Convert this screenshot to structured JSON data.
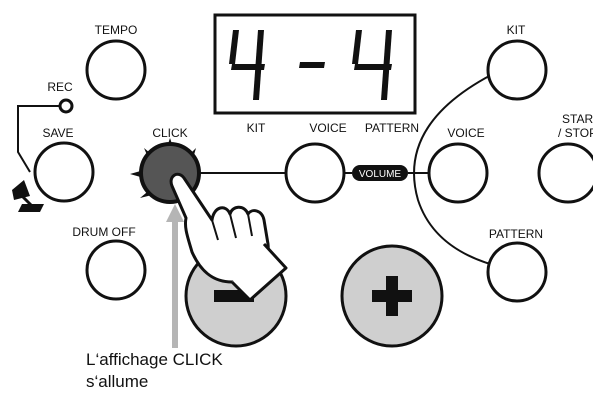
{
  "display": {
    "digits": [
      "4",
      "-",
      "4"
    ]
  },
  "display_labels": {
    "kit": "KIT",
    "voice": "VOICE",
    "pattern": "PATTERN"
  },
  "buttons": {
    "tempo": "TEMPO",
    "rec": "REC",
    "save": "SAVE",
    "click": "CLICK",
    "drum_off": "DRUM OFF",
    "kit": "KIT",
    "voice": "VOICE",
    "start_stop_line1": "START",
    "start_stop_line2": "/ STOP",
    "pattern": "PATTERN"
  },
  "volume_label": "VOLUME",
  "callout": {
    "line1": "L‘affichage CLICK",
    "line2": "s‘allume"
  },
  "colors": {
    "led_ring": "#111111",
    "click_button": "#555555",
    "big_button": "#cfcfcf",
    "arrow": "#b5b5b5"
  }
}
